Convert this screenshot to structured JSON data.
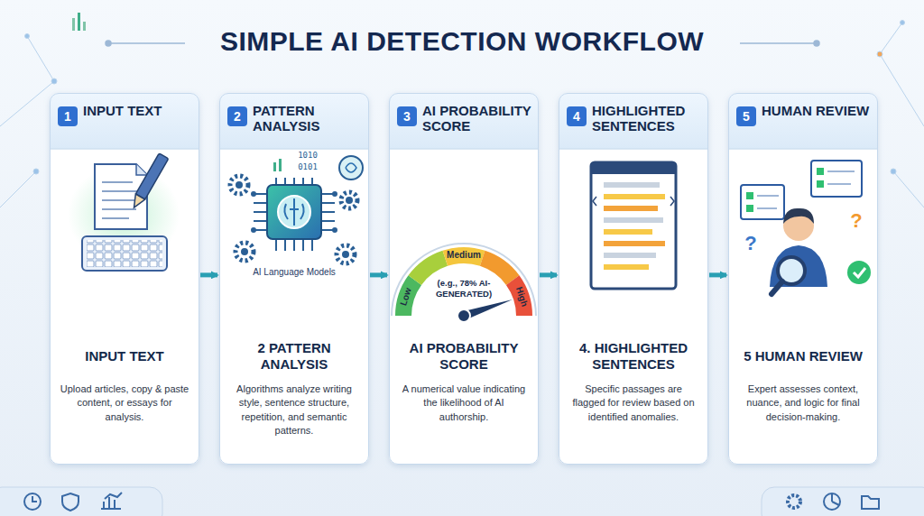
{
  "diagram": {
    "title": "SIMPLE AI DETECTION WORKFLOW",
    "nodes": [
      {
        "text": [
          "INPUT TEXT",
          "INPUT TEXT",
          "Upload articles, copy & paste content, or essays for analysis."
        ]
      },
      {
        "text": [
          "1"
        ],
        "in": 0
      },
      {
        "text": [
          "PATTERN ANALYSIS",
          "2 PATTERN ANALYSIS",
          "Algorithms analyze writing style, sentence structure, repetition, and semantic patterns."
        ]
      },
      {
        "text": [
          "2"
        ],
        "in": 2
      },
      {
        "text": [
          "AI PROBABILITY SCORE",
          "AI PROBABILITY SCORE",
          "A numerical value indicating the likelihood of AI authorship."
        ]
      },
      {
        "text": [
          "3"
        ],
        "in": 4
      },
      {
        "text": [
          "HIGHLIGHTED SENTENCES",
          "4. HIGHLIGHTED SENTENCES",
          "Specific passages are flagged for review based on identified anomalies."
        ]
      },
      {
        "text": [
          "4"
        ],
        "in": 6
      },
      {
        "text": [
          "HUMAN REVIEW",
          "5 HUMAN REVIEW",
          "Expert assesses context, nuance, and logic for final decision-making."
        ]
      },
      {
        "text": [
          "5"
        ],
        "in": 8
      }
    ],
    "edges": [
      {
        "from": 0,
        "to": 2,
        "arrow": "to"
      },
      {
        "from": 2,
        "to": 4,
        "arrow": "to"
      },
      {
        "from": 4,
        "to": 6,
        "arrow": "to"
      },
      {
        "from": 6,
        "to": 8,
        "arrow": "to"
      }
    ],
    "labels": [
      "1010",
      "0101",
      "AI Language Models",
      "Low",
      "Medium",
      "High",
      "(e.g., 78% AI-GENERATED)",
      "?",
      "?"
    ]
  }
}
